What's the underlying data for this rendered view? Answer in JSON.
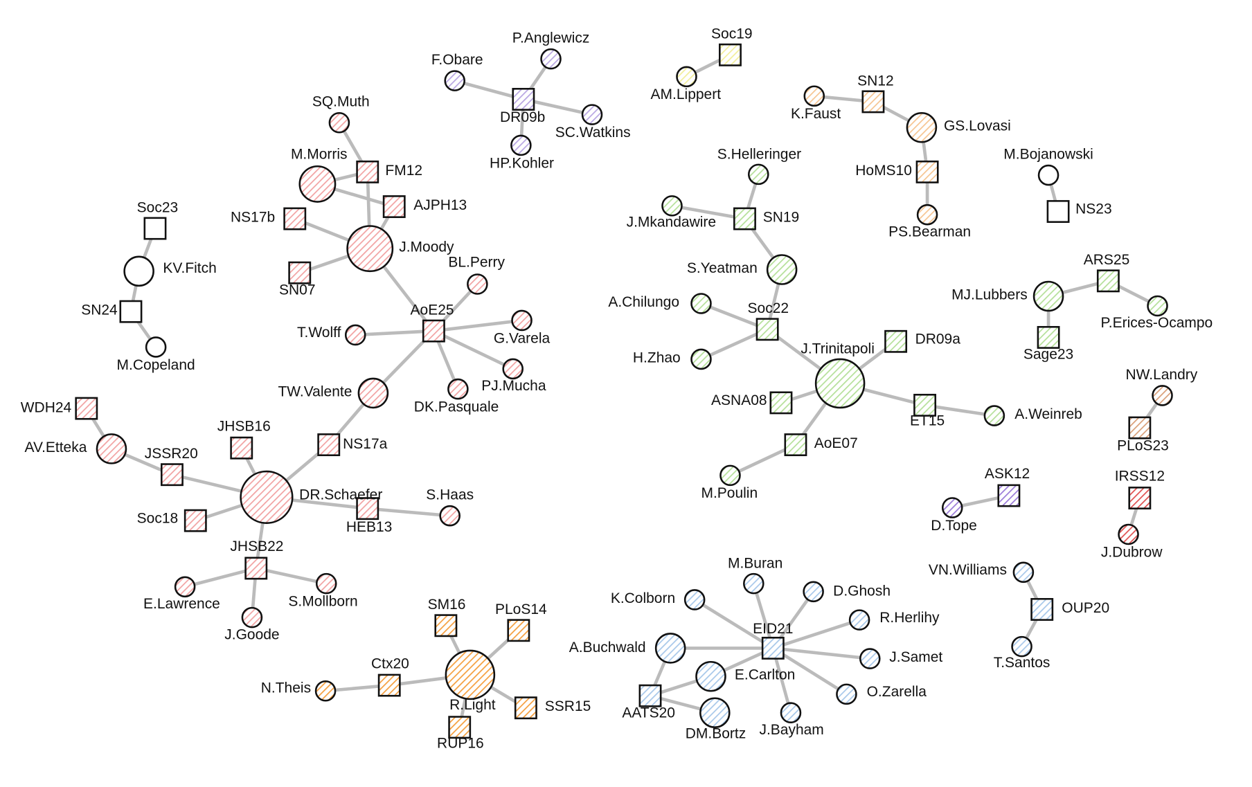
{
  "colors": {
    "red": "#f2a3a3",
    "green": "#b5e09a",
    "orange": "#f5a040",
    "blue": "#a8c8ea",
    "purple": "#b8a6e2",
    "yellow": "#f3ef9c",
    "peach": "#f6c592",
    "none": "#ffffff",
    "brown": "#d9a07a",
    "crimson": "#e05050",
    "violet": "#9a7ad8"
  },
  "nodes": [
    {
      "label": "SQ.Muth",
      "shape": "circle",
      "group": "red"
    },
    {
      "label": "M.Morris",
      "shape": "circle",
      "group": "red"
    },
    {
      "label": "FM12",
      "shape": "square",
      "group": "red"
    },
    {
      "label": "AJPH13",
      "shape": "square",
      "group": "red"
    },
    {
      "label": "NS17b",
      "shape": "square",
      "group": "red"
    },
    {
      "label": "J.Moody",
      "shape": "circle",
      "group": "red"
    },
    {
      "label": "SN07",
      "shape": "square",
      "group": "red"
    },
    {
      "label": "BL.Perry",
      "shape": "circle",
      "group": "red"
    },
    {
      "label": "AoE25",
      "shape": "square",
      "group": "red"
    },
    {
      "label": "T.Wolff",
      "shape": "circle",
      "group": "red"
    },
    {
      "label": "G.Varela",
      "shape": "circle",
      "group": "red"
    },
    {
      "label": "PJ.Mucha",
      "shape": "circle",
      "group": "red"
    },
    {
      "label": "DK.Pasquale",
      "shape": "circle",
      "group": "red"
    },
    {
      "label": "TW.Valente",
      "shape": "circle",
      "group": "red"
    },
    {
      "label": "NS17a",
      "shape": "square",
      "group": "red"
    },
    {
      "label": "WDH24",
      "shape": "square",
      "group": "red"
    },
    {
      "label": "AV.Etteka",
      "shape": "circle",
      "group": "red"
    },
    {
      "label": "JHSB16",
      "shape": "square",
      "group": "red"
    },
    {
      "label": "JSSR20",
      "shape": "square",
      "group": "red"
    },
    {
      "label": "DR.Schaefer",
      "shape": "circle",
      "group": "red"
    },
    {
      "label": "HEB13",
      "shape": "square",
      "group": "red"
    },
    {
      "label": "S.Haas",
      "shape": "circle",
      "group": "red"
    },
    {
      "label": "Soc18",
      "shape": "square",
      "group": "red"
    },
    {
      "label": "JHSB22",
      "shape": "square",
      "group": "red"
    },
    {
      "label": "E.Lawrence",
      "shape": "circle",
      "group": "red"
    },
    {
      "label": "S.Mollborn",
      "shape": "circle",
      "group": "red"
    },
    {
      "label": "J.Goode",
      "shape": "circle",
      "group": "red"
    },
    {
      "label": "Soc23",
      "shape": "square",
      "group": "none"
    },
    {
      "label": "KV.Fitch",
      "shape": "circle",
      "group": "none"
    },
    {
      "label": "SN24",
      "shape": "square",
      "group": "none"
    },
    {
      "label": "M.Copeland",
      "shape": "circle",
      "group": "none"
    },
    {
      "label": "F.Obare",
      "shape": "circle",
      "group": "purple"
    },
    {
      "label": "P.Anglewicz",
      "shape": "circle",
      "group": "purple"
    },
    {
      "label": "DR09b",
      "shape": "square",
      "group": "purple"
    },
    {
      "label": "SC.Watkins",
      "shape": "circle",
      "group": "purple"
    },
    {
      "label": "HP.Kohler",
      "shape": "circle",
      "group": "purple"
    },
    {
      "label": "Soc19",
      "shape": "square",
      "group": "yellow"
    },
    {
      "label": "AM.Lippert",
      "shape": "circle",
      "group": "yellow"
    },
    {
      "label": "SN12",
      "shape": "square",
      "group": "peach"
    },
    {
      "label": "K.Faust",
      "shape": "circle",
      "group": "peach"
    },
    {
      "label": "GS.Lovasi",
      "shape": "circle",
      "group": "peach"
    },
    {
      "label": "HoMS10",
      "shape": "square",
      "group": "peach"
    },
    {
      "label": "PS.Bearman",
      "shape": "circle",
      "group": "peach"
    },
    {
      "label": "M.Bojanowski",
      "shape": "circle",
      "group": "none"
    },
    {
      "label": "NS23",
      "shape": "square",
      "group": "none"
    },
    {
      "label": "S.Helleringer",
      "shape": "circle",
      "group": "green"
    },
    {
      "label": "J.Mkandawire",
      "shape": "circle",
      "group": "green"
    },
    {
      "label": "SN19",
      "shape": "square",
      "group": "green"
    },
    {
      "label": "S.Yeatman",
      "shape": "circle",
      "group": "green"
    },
    {
      "label": "A.Chilungo",
      "shape": "circle",
      "group": "green"
    },
    {
      "label": "Soc22",
      "shape": "square",
      "group": "green"
    },
    {
      "label": "H.Zhao",
      "shape": "circle",
      "group": "green"
    },
    {
      "label": "DR09a",
      "shape": "square",
      "group": "green"
    },
    {
      "label": "J.Trinitapoli",
      "shape": "circle",
      "group": "green"
    },
    {
      "label": "ASNA08",
      "shape": "square",
      "group": "green"
    },
    {
      "label": "ET15",
      "shape": "square",
      "group": "green"
    },
    {
      "label": "A.Weinreb",
      "shape": "circle",
      "group": "green"
    },
    {
      "label": "AoE07",
      "shape": "square",
      "group": "green"
    },
    {
      "label": "M.Poulin",
      "shape": "circle",
      "group": "green"
    },
    {
      "label": "MJ.Lubbers",
      "shape": "circle",
      "group": "green"
    },
    {
      "label": "ARS25",
      "shape": "square",
      "group": "green"
    },
    {
      "label": "P.Erices-Ocampo",
      "shape": "circle",
      "group": "green"
    },
    {
      "label": "Sage23",
      "shape": "square",
      "group": "green"
    },
    {
      "label": "NW.Landry",
      "shape": "circle",
      "group": "brown"
    },
    {
      "label": "PLoS23",
      "shape": "square",
      "group": "brown"
    },
    {
      "label": "ASK12",
      "shape": "square",
      "group": "violet"
    },
    {
      "label": "D.Tope",
      "shape": "circle",
      "group": "violet"
    },
    {
      "label": "IRSS12",
      "shape": "square",
      "group": "crimson"
    },
    {
      "label": "J.Dubrow",
      "shape": "circle",
      "group": "crimson"
    },
    {
      "label": "VN.Williams",
      "shape": "circle",
      "group": "blue"
    },
    {
      "label": "OUP20",
      "shape": "square",
      "group": "blue"
    },
    {
      "label": "T.Santos",
      "shape": "circle",
      "group": "blue"
    },
    {
      "label": "M.Buran",
      "shape": "circle",
      "group": "blue"
    },
    {
      "label": "K.Colborn",
      "shape": "circle",
      "group": "blue"
    },
    {
      "label": "D.Ghosh",
      "shape": "circle",
      "group": "blue"
    },
    {
      "label": "EID21",
      "shape": "square",
      "group": "blue"
    },
    {
      "label": "R.Herlihy",
      "shape": "circle",
      "group": "blue"
    },
    {
      "label": "A.Buchwald",
      "shape": "circle",
      "group": "blue"
    },
    {
      "label": "J.Samet",
      "shape": "circle",
      "group": "blue"
    },
    {
      "label": "E.Carlton",
      "shape": "circle",
      "group": "blue"
    },
    {
      "label": "O.Zarella",
      "shape": "circle",
      "group": "blue"
    },
    {
      "label": "AATS20",
      "shape": "square",
      "group": "blue"
    },
    {
      "label": "DM.Bortz",
      "shape": "circle",
      "group": "blue"
    },
    {
      "label": "J.Bayham",
      "shape": "circle",
      "group": "blue"
    },
    {
      "label": "SM16",
      "shape": "square",
      "group": "orange"
    },
    {
      "label": "PLoS14",
      "shape": "square",
      "group": "orange"
    },
    {
      "label": "Ctx20",
      "shape": "square",
      "group": "orange"
    },
    {
      "label": "R.Light",
      "shape": "circle",
      "group": "orange"
    },
    {
      "label": "N.Theis",
      "shape": "circle",
      "group": "orange"
    },
    {
      "label": "SSR15",
      "shape": "square",
      "group": "orange"
    },
    {
      "label": "RUP16",
      "shape": "square",
      "group": "orange"
    }
  ],
  "edges": [
    [
      "SQ.Muth",
      "FM12"
    ],
    [
      "M.Morris",
      "FM12"
    ],
    [
      "M.Morris",
      "AJPH13"
    ],
    [
      "FM12",
      "J.Moody"
    ],
    [
      "AJPH13",
      "J.Moody"
    ],
    [
      "NS17b",
      "J.Moody"
    ],
    [
      "SN07",
      "J.Moody"
    ],
    [
      "J.Moody",
      "AoE25"
    ],
    [
      "AoE25",
      "BL.Perry"
    ],
    [
      "AoE25",
      "T.Wolff"
    ],
    [
      "AoE25",
      "G.Varela"
    ],
    [
      "AoE25",
      "PJ.Mucha"
    ],
    [
      "AoE25",
      "DK.Pasquale"
    ],
    [
      "AoE25",
      "TW.Valente"
    ],
    [
      "TW.Valente",
      "NS17a"
    ],
    [
      "NS17a",
      "DR.Schaefer"
    ],
    [
      "DR.Schaefer",
      "JHSB16"
    ],
    [
      "DR.Schaefer",
      "JSSR20"
    ],
    [
      "DR.Schaefer",
      "Soc18"
    ],
    [
      "DR.Schaefer",
      "JHSB22"
    ],
    [
      "DR.Schaefer",
      "HEB13"
    ],
    [
      "HEB13",
      "S.Haas"
    ],
    [
      "JSSR20",
      "AV.Etteka"
    ],
    [
      "AV.Etteka",
      "WDH24"
    ],
    [
      "JHSB22",
      "E.Lawrence"
    ],
    [
      "JHSB22",
      "S.Mollborn"
    ],
    [
      "JHSB22",
      "J.Goode"
    ],
    [
      "Soc23",
      "KV.Fitch"
    ],
    [
      "KV.Fitch",
      "SN24"
    ],
    [
      "SN24",
      "M.Copeland"
    ],
    [
      "DR09b",
      "F.Obare"
    ],
    [
      "DR09b",
      "P.Anglewicz"
    ],
    [
      "DR09b",
      "SC.Watkins"
    ],
    [
      "DR09b",
      "HP.Kohler"
    ],
    [
      "Soc19",
      "AM.Lippert"
    ],
    [
      "K.Faust",
      "SN12"
    ],
    [
      "SN12",
      "GS.Lovasi"
    ],
    [
      "GS.Lovasi",
      "HoMS10"
    ],
    [
      "HoMS10",
      "PS.Bearman"
    ],
    [
      "M.Bojanowski",
      "NS23"
    ],
    [
      "S.Helleringer",
      "SN19"
    ],
    [
      "J.Mkandawire",
      "SN19"
    ],
    [
      "SN19",
      "S.Yeatman"
    ],
    [
      "S.Yeatman",
      "Soc22"
    ],
    [
      "A.Chilungo",
      "Soc22"
    ],
    [
      "H.Zhao",
      "Soc22"
    ],
    [
      "Soc22",
      "J.Trinitapoli"
    ],
    [
      "J.Trinitapoli",
      "DR09a"
    ],
    [
      "J.Trinitapoli",
      "ASNA08"
    ],
    [
      "J.Trinitapoli",
      "ET15"
    ],
    [
      "J.Trinitapoli",
      "AoE07"
    ],
    [
      "ET15",
      "A.Weinreb"
    ],
    [
      "AoE07",
      "M.Poulin"
    ],
    [
      "MJ.Lubbers",
      "ARS25"
    ],
    [
      "ARS25",
      "P.Erices-Ocampo"
    ],
    [
      "MJ.Lubbers",
      "Sage23"
    ],
    [
      "NW.Landry",
      "PLoS23"
    ],
    [
      "ASK12",
      "D.Tope"
    ],
    [
      "IRSS12",
      "J.Dubrow"
    ],
    [
      "VN.Williams",
      "OUP20"
    ],
    [
      "OUP20",
      "T.Santos"
    ],
    [
      "EID21",
      "M.Buran"
    ],
    [
      "EID21",
      "K.Colborn"
    ],
    [
      "EID21",
      "D.Ghosh"
    ],
    [
      "EID21",
      "R.Herlihy"
    ],
    [
      "EID21",
      "A.Buchwald"
    ],
    [
      "EID21",
      "J.Samet"
    ],
    [
      "EID21",
      "E.Carlton"
    ],
    [
      "EID21",
      "O.Zarella"
    ],
    [
      "EID21",
      "J.Bayham"
    ],
    [
      "AATS20",
      "A.Buchwald"
    ],
    [
      "AATS20",
      "E.Carlton"
    ],
    [
      "AATS20",
      "DM.Bortz"
    ],
    [
      "R.Light",
      "SM16"
    ],
    [
      "R.Light",
      "PLoS14"
    ],
    [
      "R.Light",
      "Ctx20"
    ],
    [
      "R.Light",
      "SSR15"
    ],
    [
      "R.Light",
      "RUP16"
    ],
    [
      "Ctx20",
      "N.Theis"
    ]
  ]
}
